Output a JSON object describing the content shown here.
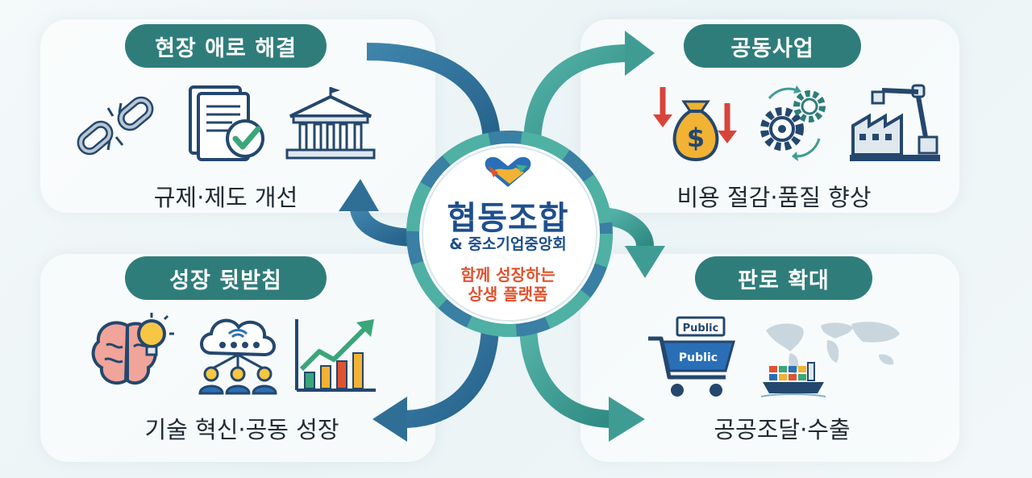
{
  "hub": {
    "title": "협동조합",
    "subtitle": "& 중소기업중앙회",
    "slogan_line1": "함께 성장하는",
    "slogan_line2": "상생 플랫폼"
  },
  "quadrants": {
    "top_left": {
      "label": "현장 애로 해결",
      "caption": "규제·제도 개선"
    },
    "top_right": {
      "label": "공동사업",
      "caption": "비용 절감·품질 향상"
    },
    "bottom_left": {
      "label": "성장 뒷받침",
      "caption": "기술 혁신·공동 성장"
    },
    "bottom_right": {
      "label": "판로 확대",
      "caption": "공공조달·수출"
    }
  },
  "icon_text": {
    "public_sign_top": "Public",
    "public_sign_cart": "Public"
  },
  "colors": {
    "teal": "#2f7d7b",
    "blue_arrow": "#2f6f96",
    "teal_arrow": "#3f9c94",
    "navy": "#1e4f8c",
    "accent_red": "#e05330",
    "icon_navy": "#24476e"
  }
}
